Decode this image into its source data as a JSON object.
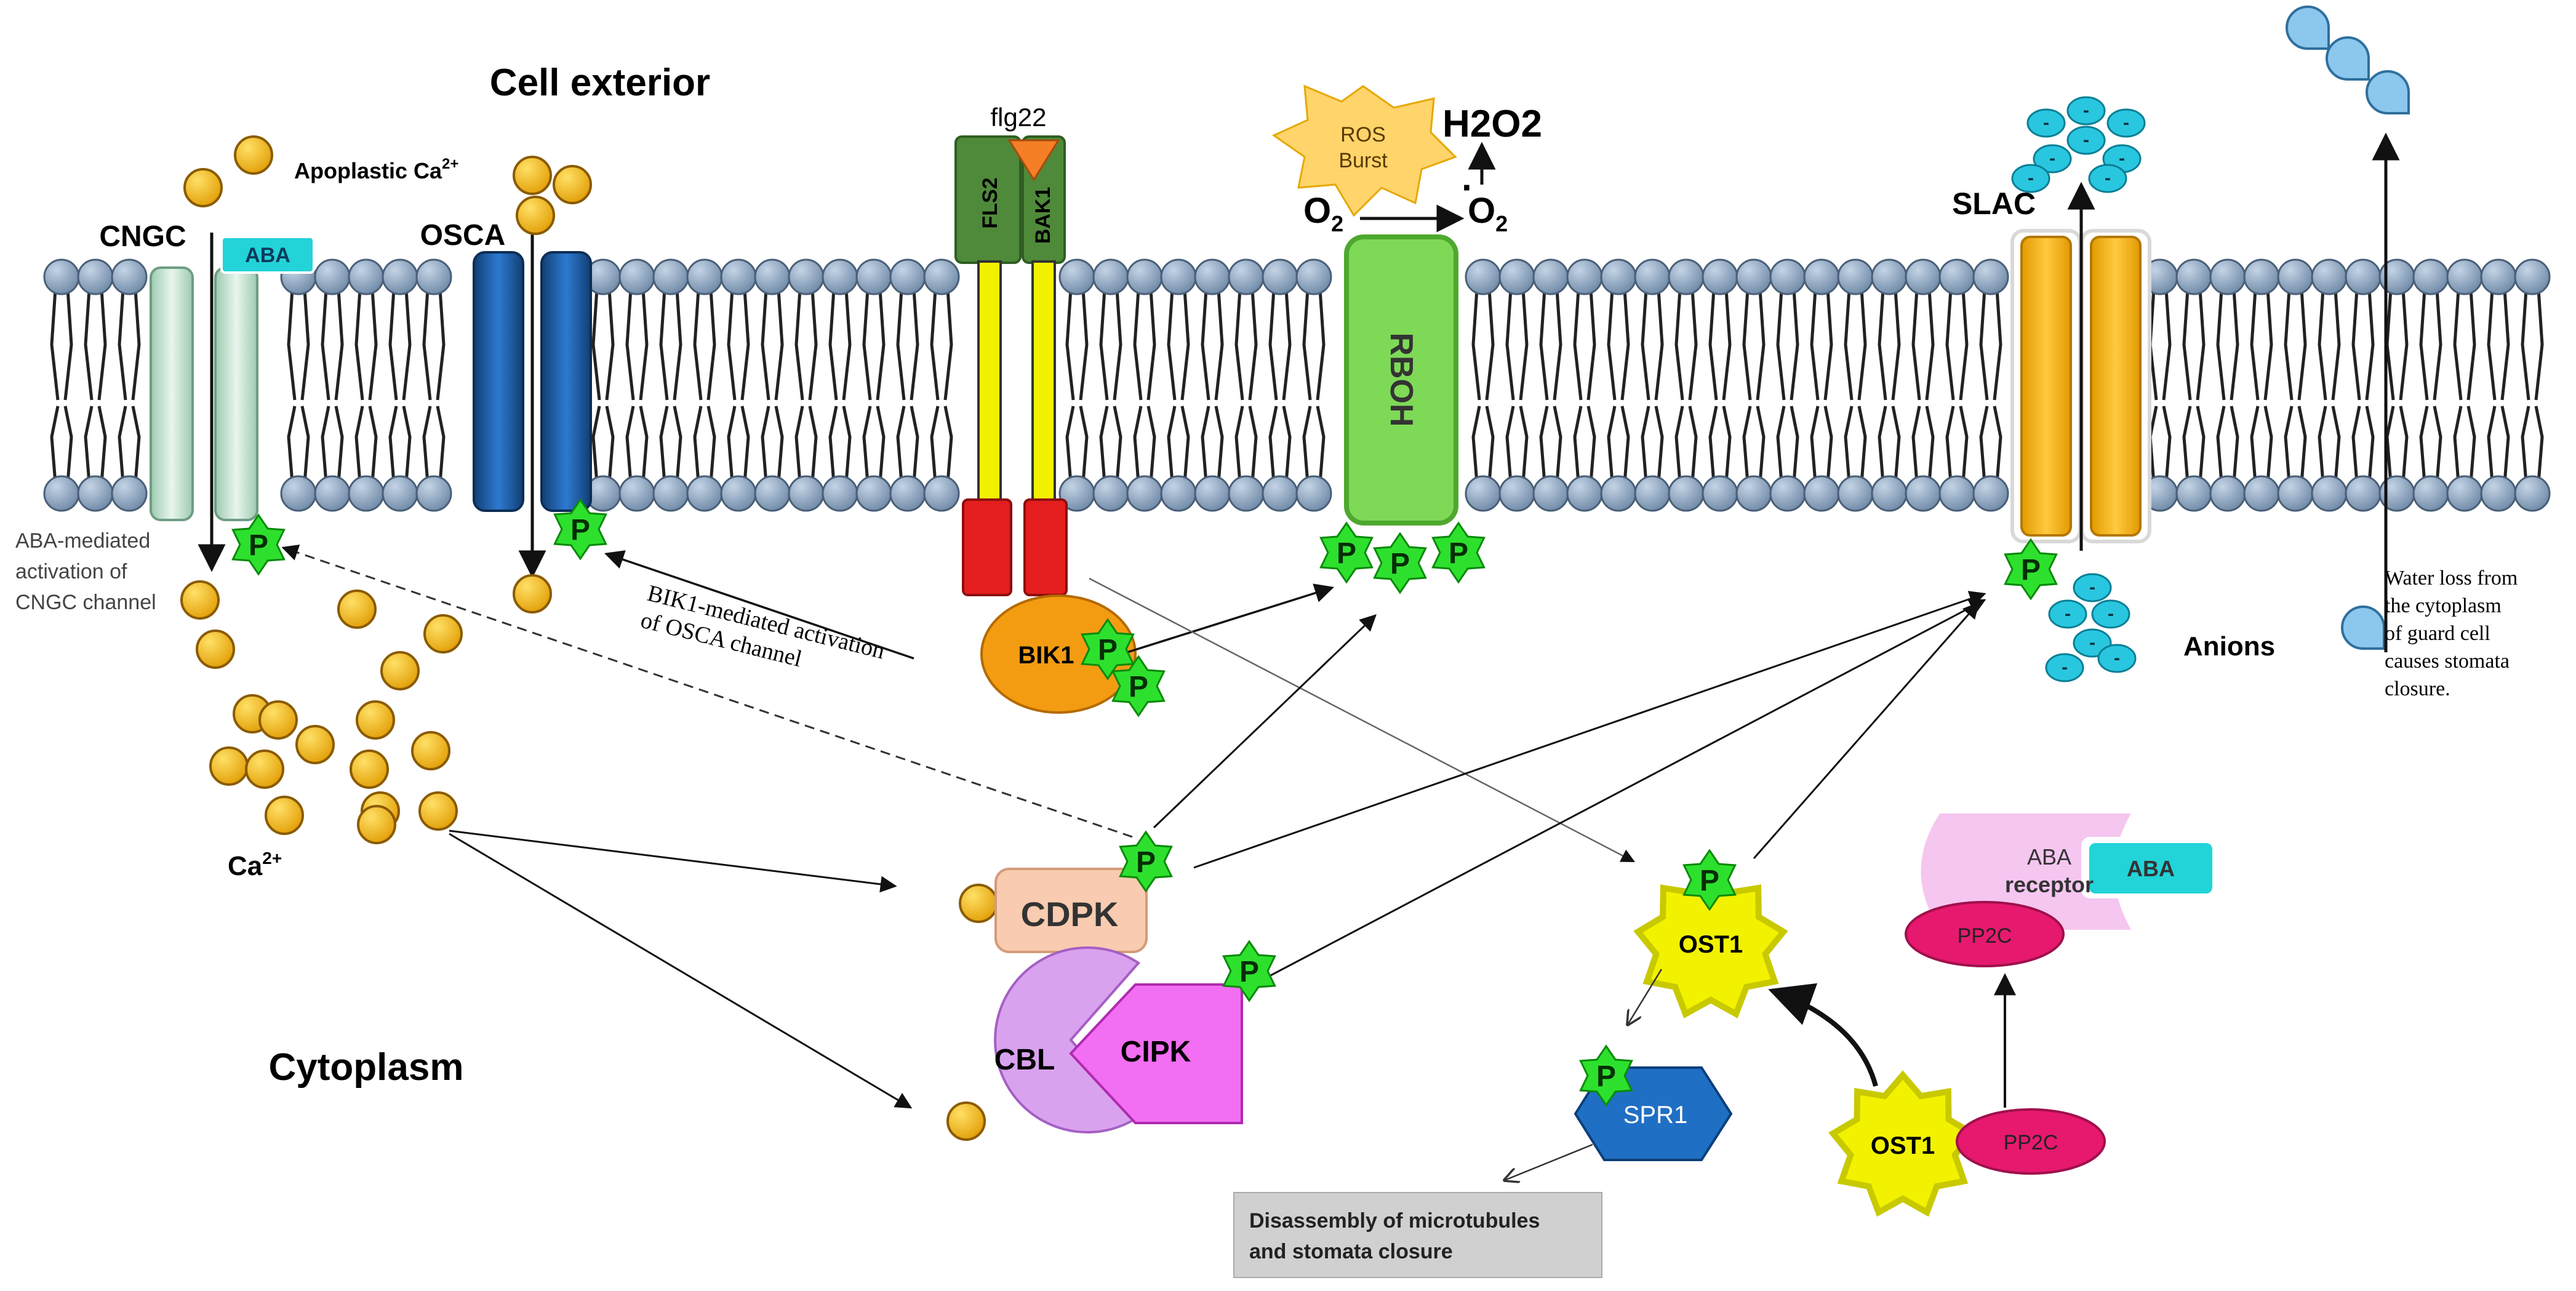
{
  "labels": {
    "cell_exterior": "Cell exterior",
    "cytoplasm": "Cytoplasm",
    "apoplastic_ca": "Apoplastic Ca",
    "apoplastic_ca_sup": "2+",
    "cytosolic_ca": "Ca",
    "cytosolic_ca_sup": "2+",
    "cngc": "CNGC",
    "osca": "OSCA",
    "aba_on_cngc": "ABA",
    "flg22": "flg22",
    "fls2": "FLS2",
    "bak1": "BAK1",
    "bik1": "BIK1",
    "ros_burst_line1": "ROS",
    "ros_burst_line2": "Burst",
    "h2o2": "H2O2",
    "o2_left": "O",
    "o2_left_sub": "2",
    "o2_right": "O",
    "o2_right_sub": "2",
    "o2_right_dot": "·",
    "rboh": "RBOH",
    "slac": "SLAC",
    "anions": "Anions",
    "anion_symbol": "-",
    "phospho": "P",
    "cdpk": "CDPK",
    "cbl": "CBL",
    "cipk": "CIPK",
    "ost1_upper": "OST1",
    "ost1_lower": "OST1",
    "spr1": "SPR1",
    "pp2c_upper": "PP2C",
    "pp2c_lower": "PP2C",
    "aba_receptor_line1": "ABA",
    "aba_receptor_line2": "receptor",
    "aba_bound": "ABA",
    "aba_mediated_note": [
      "ABA-mediated",
      "activation   of",
      "CNGC channel"
    ],
    "bik1_note": [
      "BIK1-mediated activation",
      "of OSCA channel"
    ],
    "water_loss_note": [
      "Water loss from",
      "the   cytoplasm",
      "of   guard   cell",
      "causes  stomata",
      "closure."
    ],
    "microtubules_box": [
      "Disassembly of microtubules",
      "and stomata closure"
    ]
  },
  "colors": {
    "calcium": "#f5b800",
    "lipid_head": "#8aa4bf",
    "cngc": "#cfe8d8",
    "osca": "#1f5fa8",
    "aba": "#22d3d8",
    "fls2": "#4f8a3a",
    "receptor_stem": "#f2f200",
    "kinase_domain": "#e41e1e",
    "bik1": "#f39c12",
    "ros_burst": "#ffd46b",
    "rboh": "#7ed957",
    "slac": "#f5b400",
    "anion": "#29c6e0",
    "phospho_star": "#2ee02e",
    "cdpk": "#f9cbb0",
    "cbl": "#d9a2ee",
    "cipk": "#f26ef2",
    "ost1": "#f2f200",
    "spr1": "#1f6fc4",
    "pp2c": "#e6196e",
    "aba_receptor": "#f5c6f0",
    "water_drop": "#8cc7ee",
    "note_box": "#d0d0d0"
  }
}
